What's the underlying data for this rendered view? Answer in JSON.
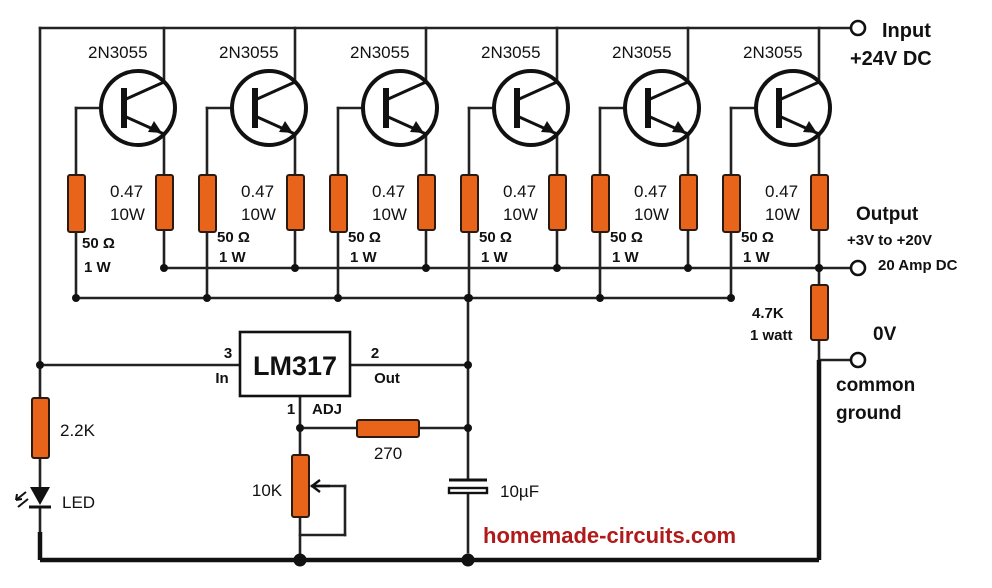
{
  "transistors": [
    {
      "part": "2N3055",
      "emitter_res": "0.47",
      "emitter_watt": "10W",
      "base_res": "50 Ω",
      "base_watt": "1 W"
    },
    {
      "part": "2N3055",
      "emitter_res": "0.47",
      "emitter_watt": "10W",
      "base_res": "50 Ω",
      "base_watt": "1 W"
    },
    {
      "part": "2N3055",
      "emitter_res": "0.47",
      "emitter_watt": "10W",
      "base_res": "50 Ω",
      "base_watt": "1 W"
    },
    {
      "part": "2N3055",
      "emitter_res": "0.47",
      "emitter_watt": "10W",
      "base_res": "50 Ω",
      "base_watt": "1 W"
    },
    {
      "part": "2N3055",
      "emitter_res": "0.47",
      "emitter_watt": "10W",
      "base_res": "50 Ω",
      "base_watt": "1 W"
    },
    {
      "part": "2N3055",
      "emitter_res": "0.47",
      "emitter_watt": "10W",
      "base_res": "50 Ω",
      "base_watt": "1 W"
    }
  ],
  "input": {
    "label": "Input",
    "voltage": "+24V DC"
  },
  "output": {
    "label": "Output",
    "range": "+3V to +20V",
    "current": "20 Amp DC"
  },
  "bleeder": {
    "value": "4.7K",
    "watt": "1 watt"
  },
  "ground": {
    "label": "0V",
    "line1": "common",
    "line2": "ground"
  },
  "regulator": {
    "name": "LM317",
    "pin_in_num": "3",
    "pin_in": "In",
    "pin_out_num": "2",
    "pin_out": "Out",
    "pin_adj_num": "1",
    "pin_adj": "ADJ"
  },
  "adj_resistor": "270",
  "pot": "10K",
  "capacitor": "10µF",
  "led_resistor": "2.2K",
  "led": "LED",
  "watermark": "homemade-circuits.com",
  "colors": {
    "resistor": "#e8641a",
    "watermark": "#b01a1a",
    "wire": "#222222"
  }
}
